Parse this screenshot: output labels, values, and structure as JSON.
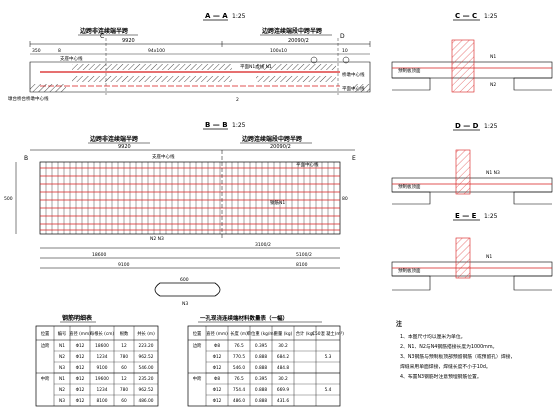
{
  "sections": {
    "aa": {
      "label": "A — A",
      "scale": "1:25"
    },
    "bb": {
      "label": "B — B",
      "scale": "1:25"
    },
    "cc": {
      "label": "C — C",
      "scale": "1:25"
    },
    "dd": {
      "label": "D — D",
      "scale": "1:25"
    },
    "ee": {
      "label": "E — E",
      "scale": "1:25"
    }
  },
  "top_elevation": {
    "title_left": "边跨非连续端半跨",
    "title_right": "边跨连续端段中跨半跨",
    "dim_left": "9920",
    "dim_right": "20090/2",
    "dim_mid": "94x100",
    "dim_mid2": "100x10",
    "dim_a": "350",
    "dim_b": "8",
    "dim_c": "10",
    "dim_d": "2",
    "cut_left": "C",
    "cut_right": "D",
    "note_left": "支座中心线",
    "note_bottom_left": "墩台桥台桥墩中心线",
    "note_right": "桥墩中心线",
    "note_right2": "平面中心线",
    "label_red": "平面N1虚线 N1"
  },
  "mid_elevation": {
    "title_left": "边跨非连续端半跨",
    "title_right": "边跨连续端段中跨半跨",
    "dim_left": "9920",
    "dim_right": "20090/2",
    "dim_bot1": "18600",
    "dim_bot2": "5100/2",
    "dim_bot3": "9100",
    "dim_bot4": "8100",
    "dim_mid3": "3100/2",
    "cut_left": "B",
    "cut_right": "E",
    "note_a": "支座中心线",
    "note_b": "钢筋N1",
    "note_c": "平面中心线",
    "dim_side": "500",
    "label_n": "N2 N3",
    "dim_80": "80"
  },
  "stirrup": {
    "dim1": "600",
    "dim2": "N3"
  },
  "rebar_table": {
    "title": "钢筋明细表",
    "headers": [
      "位置",
      "编号",
      "直径 (mm)",
      "每根长 (cm)",
      "根数",
      "共长 (m)"
    ],
    "rows": [
      [
        "边跨",
        "N1",
        "Φ12",
        "18600",
        "12",
        "223.20"
      ],
      [
        "",
        "N2",
        "Φ12",
        "1234",
        "780",
        "962.52"
      ],
      [
        "",
        "N3",
        "Φ12",
        "9100",
        "60",
        "546.00"
      ],
      [
        "中跨",
        "N1",
        "Φ12",
        "19600",
        "12",
        "235.20"
      ],
      [
        "",
        "N2",
        "Φ12",
        "1234",
        "780",
        "962.52"
      ],
      [
        "",
        "N3",
        "Φ12",
        "8100",
        "60",
        "486.00"
      ]
    ]
  },
  "material_table": {
    "title": "一孔现浇连续端材料数量表（一幅）",
    "headers": [
      "位置",
      "直径 (mm)",
      "长度 (m)",
      "单位重 (kg/m)",
      "重量 (kg)",
      "合计 (kg)",
      "C50混 凝土(m³)"
    ],
    "rows": [
      [
        "边跨",
        "Φ8",
        "76.5",
        "0.395",
        "30.2",
        "",
        ""
      ],
      [
        "",
        "Φ12",
        "770.5",
        "0.888",
        "684.2",
        "",
        "5.3"
      ],
      [
        "",
        "Φ12",
        "546.0",
        "0.888",
        "484.8",
        "",
        ""
      ],
      [
        "中跨",
        "Φ8",
        "76.5",
        "0.395",
        "30.2",
        "",
        ""
      ],
      [
        "",
        "Φ12",
        "754.4",
        "0.888",
        "669.9",
        "",
        "5.4"
      ],
      [
        "",
        "Φ12",
        "486.0",
        "0.888",
        "431.6",
        "",
        ""
      ]
    ]
  },
  "notes": {
    "title": "注",
    "items": [
      "1、本图尺寸均以厘米为单位。",
      "2、N1、N2与N4钢筋搭接长度为1000mm。",
      "3、N3钢筋与预制板顶部预留钢筋（或预留孔）焊接，",
      "   焊缝采用单面焊接，焊缝长度不小于10d。",
      "4、布置N3钢筋时注意预埋钢筋位置。"
    ]
  },
  "cross_section_labels": {
    "cc_label1": "预制板顶面",
    "cc_label2": "N1",
    "cc_label3": "N2",
    "dd_label1": "预制板顶面",
    "dd_label2": "N1 N3",
    "ee_label1": "预制板顶面",
    "ee_label2": "N1"
  },
  "colors": {
    "rebar": "#d81b1b",
    "line": "#000000",
    "hatch": "#000000"
  }
}
